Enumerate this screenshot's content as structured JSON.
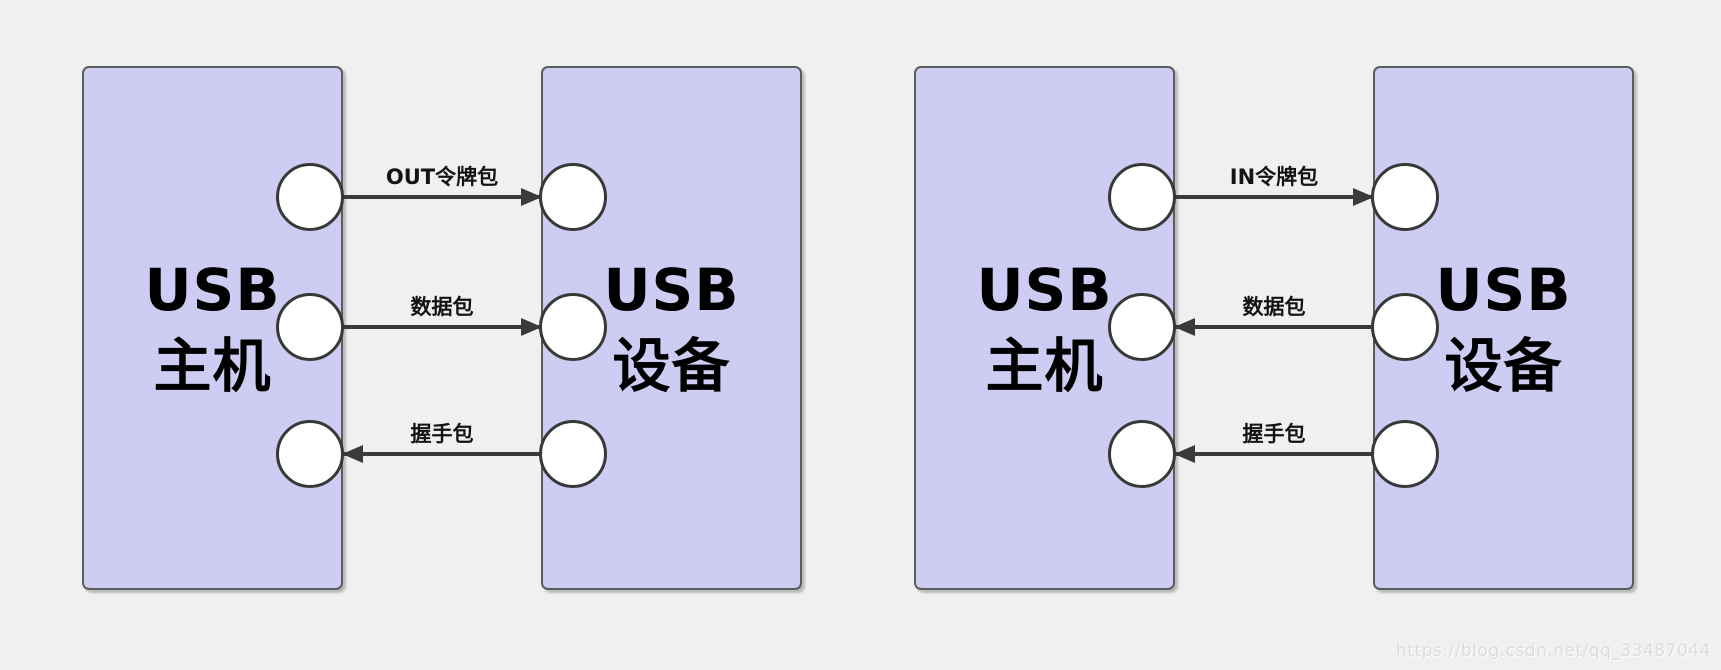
{
  "page": {
    "background_color": "#f0f0f0"
  },
  "watermark": {
    "text": "https://blog.csdn.net/qq_33487044",
    "color": "#dcdcdc"
  },
  "diagram": {
    "colors": {
      "box_fill": "#cdccf3",
      "box_border": "#5c5c5c",
      "arrow": "#3a3a3a",
      "arrow_label_text": "#141414",
      "box_title_text": "#000000",
      "port_fill": "#ffffff",
      "port_border": "#383838"
    },
    "panels": [
      {
        "id": "usb-out-transaction",
        "host": {
          "line1": "USB",
          "line2": "主机"
        },
        "device": {
          "line1": "USB",
          "line2": "设备"
        },
        "arrows": [
          {
            "label": "OUT令牌包",
            "direction": "right",
            "from": "host",
            "to": "device"
          },
          {
            "label": "数据包",
            "direction": "right",
            "from": "host",
            "to": "device"
          },
          {
            "label": "握手包",
            "direction": "left",
            "from": "device",
            "to": "host"
          }
        ]
      },
      {
        "id": "usb-in-transaction",
        "host": {
          "line1": "USB",
          "line2": "主机"
        },
        "device": {
          "line1": "USB",
          "line2": "设备"
        },
        "arrows": [
          {
            "label": "IN令牌包",
            "direction": "right",
            "from": "host",
            "to": "device"
          },
          {
            "label": "数据包",
            "direction": "left",
            "from": "device",
            "to": "host"
          },
          {
            "label": "握手包",
            "direction": "left",
            "from": "device",
            "to": "host"
          }
        ]
      }
    ]
  }
}
